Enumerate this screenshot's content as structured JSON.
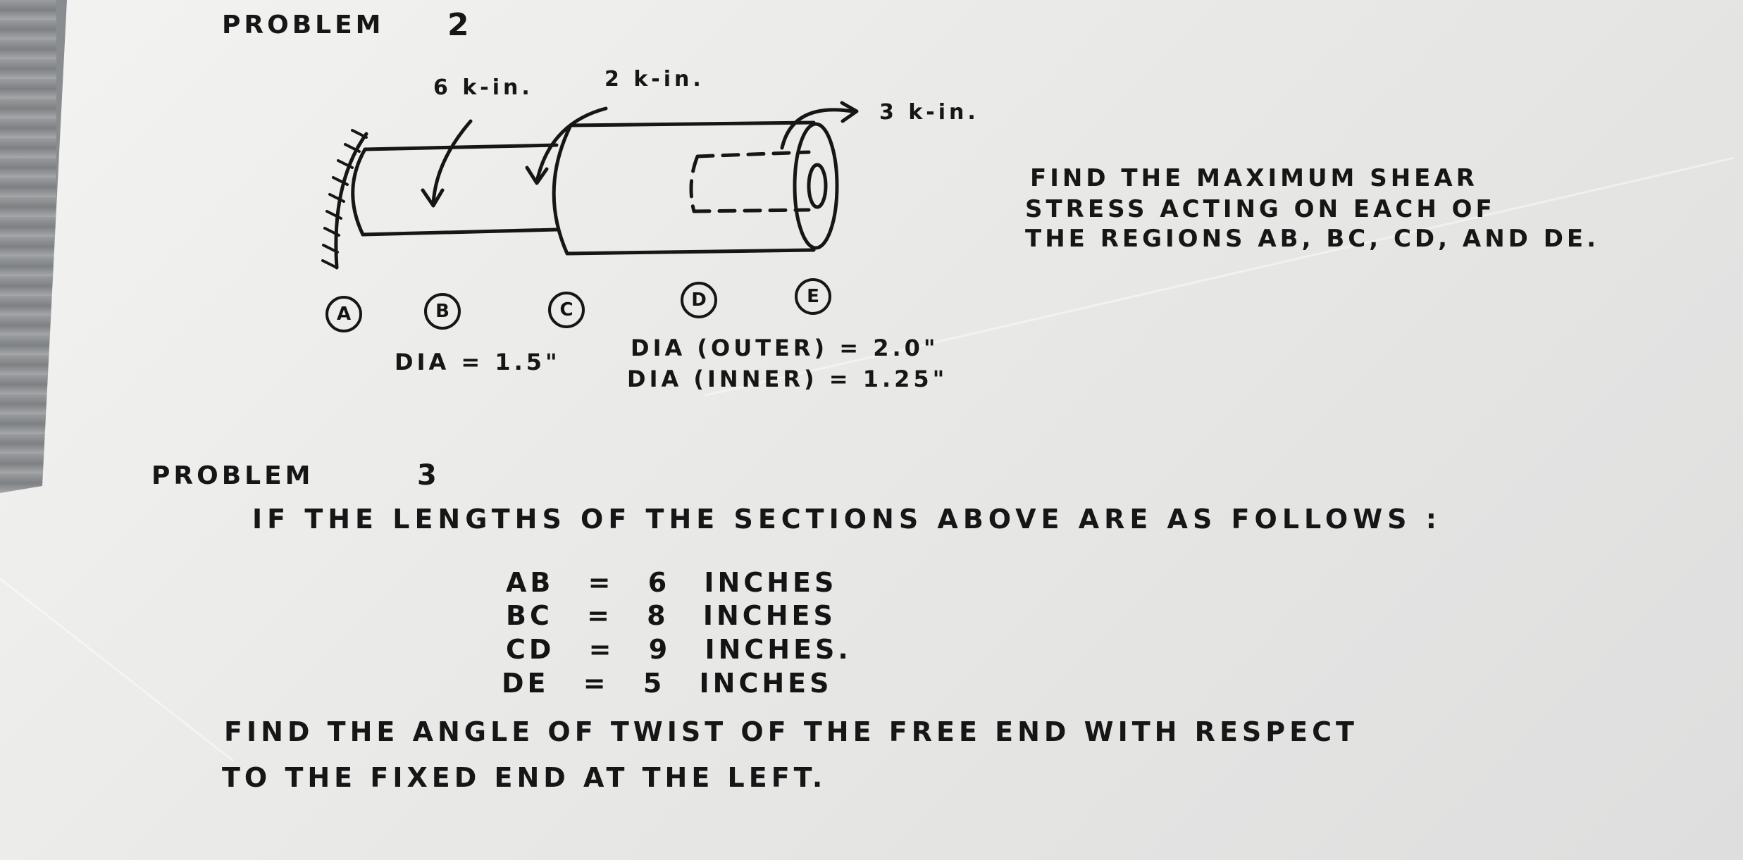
{
  "problem2": {
    "title": "PROBLEM",
    "number": "2",
    "torques": {
      "t1": "6 k-in.",
      "t2": "2 k-in.",
      "t3": "3 k-in."
    },
    "points": [
      "A",
      "B",
      "C",
      "D",
      "E"
    ],
    "dia_solid": "DIA = 1.5\"",
    "dia_outer": "DIA (OUTER) = 2.0\"",
    "dia_inner": "DIA (INNER) = 1.25\"",
    "instruction_lines": [
      "FIND THE MAXIMUM SHEAR",
      "STRESS ACTING ON EACH OF",
      "THE REGIONS AB, BC, CD, AND DE."
    ]
  },
  "problem3": {
    "title": "PROBLEM",
    "number": "3",
    "intro": "IF THE LENGTHS OF THE SECTIONS ABOVE ARE AS FOLLOWS :",
    "lengths": [
      {
        "seg": "AB",
        "eq": "=",
        "val": "6",
        "unit": "INCHES"
      },
      {
        "seg": "BC",
        "eq": "=",
        "val": "8",
        "unit": "INCHES"
      },
      {
        "seg": "CD",
        "eq": "=",
        "val": "9",
        "unit": "INCHES."
      },
      {
        "seg": "DE",
        "eq": "=",
        "val": "5",
        "unit": "INCHES"
      }
    ],
    "question_lines": [
      "FIND THE ANGLE OF TWIST OF THE FREE END WITH RESPECT",
      "TO THE FIXED END AT THE LEFT."
    ]
  }
}
